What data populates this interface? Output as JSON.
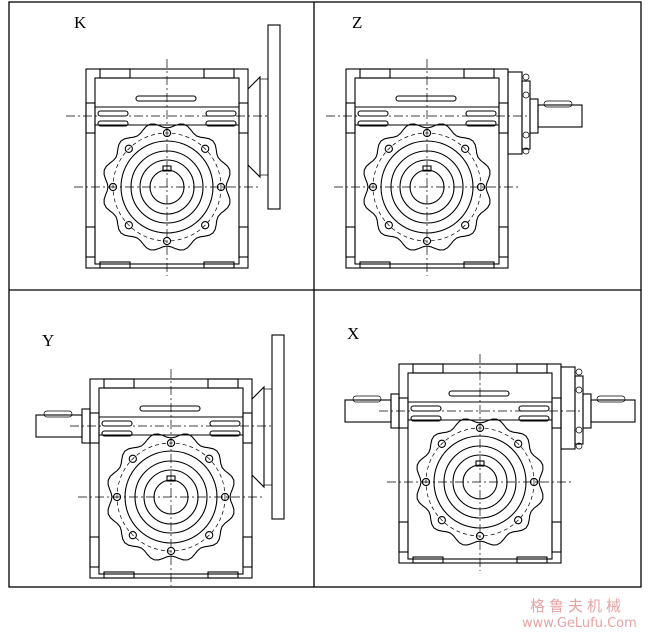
{
  "panels": [
    {
      "id": "K",
      "label": "K",
      "shaft_left": false,
      "shaft_right": false,
      "flange_right": true,
      "motor_side": "right-flange"
    },
    {
      "id": "Z",
      "label": "Z",
      "shaft_left": false,
      "shaft_right": true,
      "flange_right": false,
      "motor_side": "right-shaft"
    },
    {
      "id": "Y",
      "label": "Y",
      "shaft_left": true,
      "shaft_right": false,
      "flange_right": true,
      "motor_side": "left-shaft-right-flange"
    },
    {
      "id": "X",
      "label": "X",
      "shaft_left": true,
      "shaft_right": true,
      "flange_right": false,
      "motor_side": "double-shaft"
    }
  ],
  "watermark": {
    "title": "格鲁夫机械",
    "url": "www.GeLufu.Com",
    "color": "#e6a3a3"
  },
  "colors": {
    "line": "#000000",
    "background": "#ffffff"
  }
}
